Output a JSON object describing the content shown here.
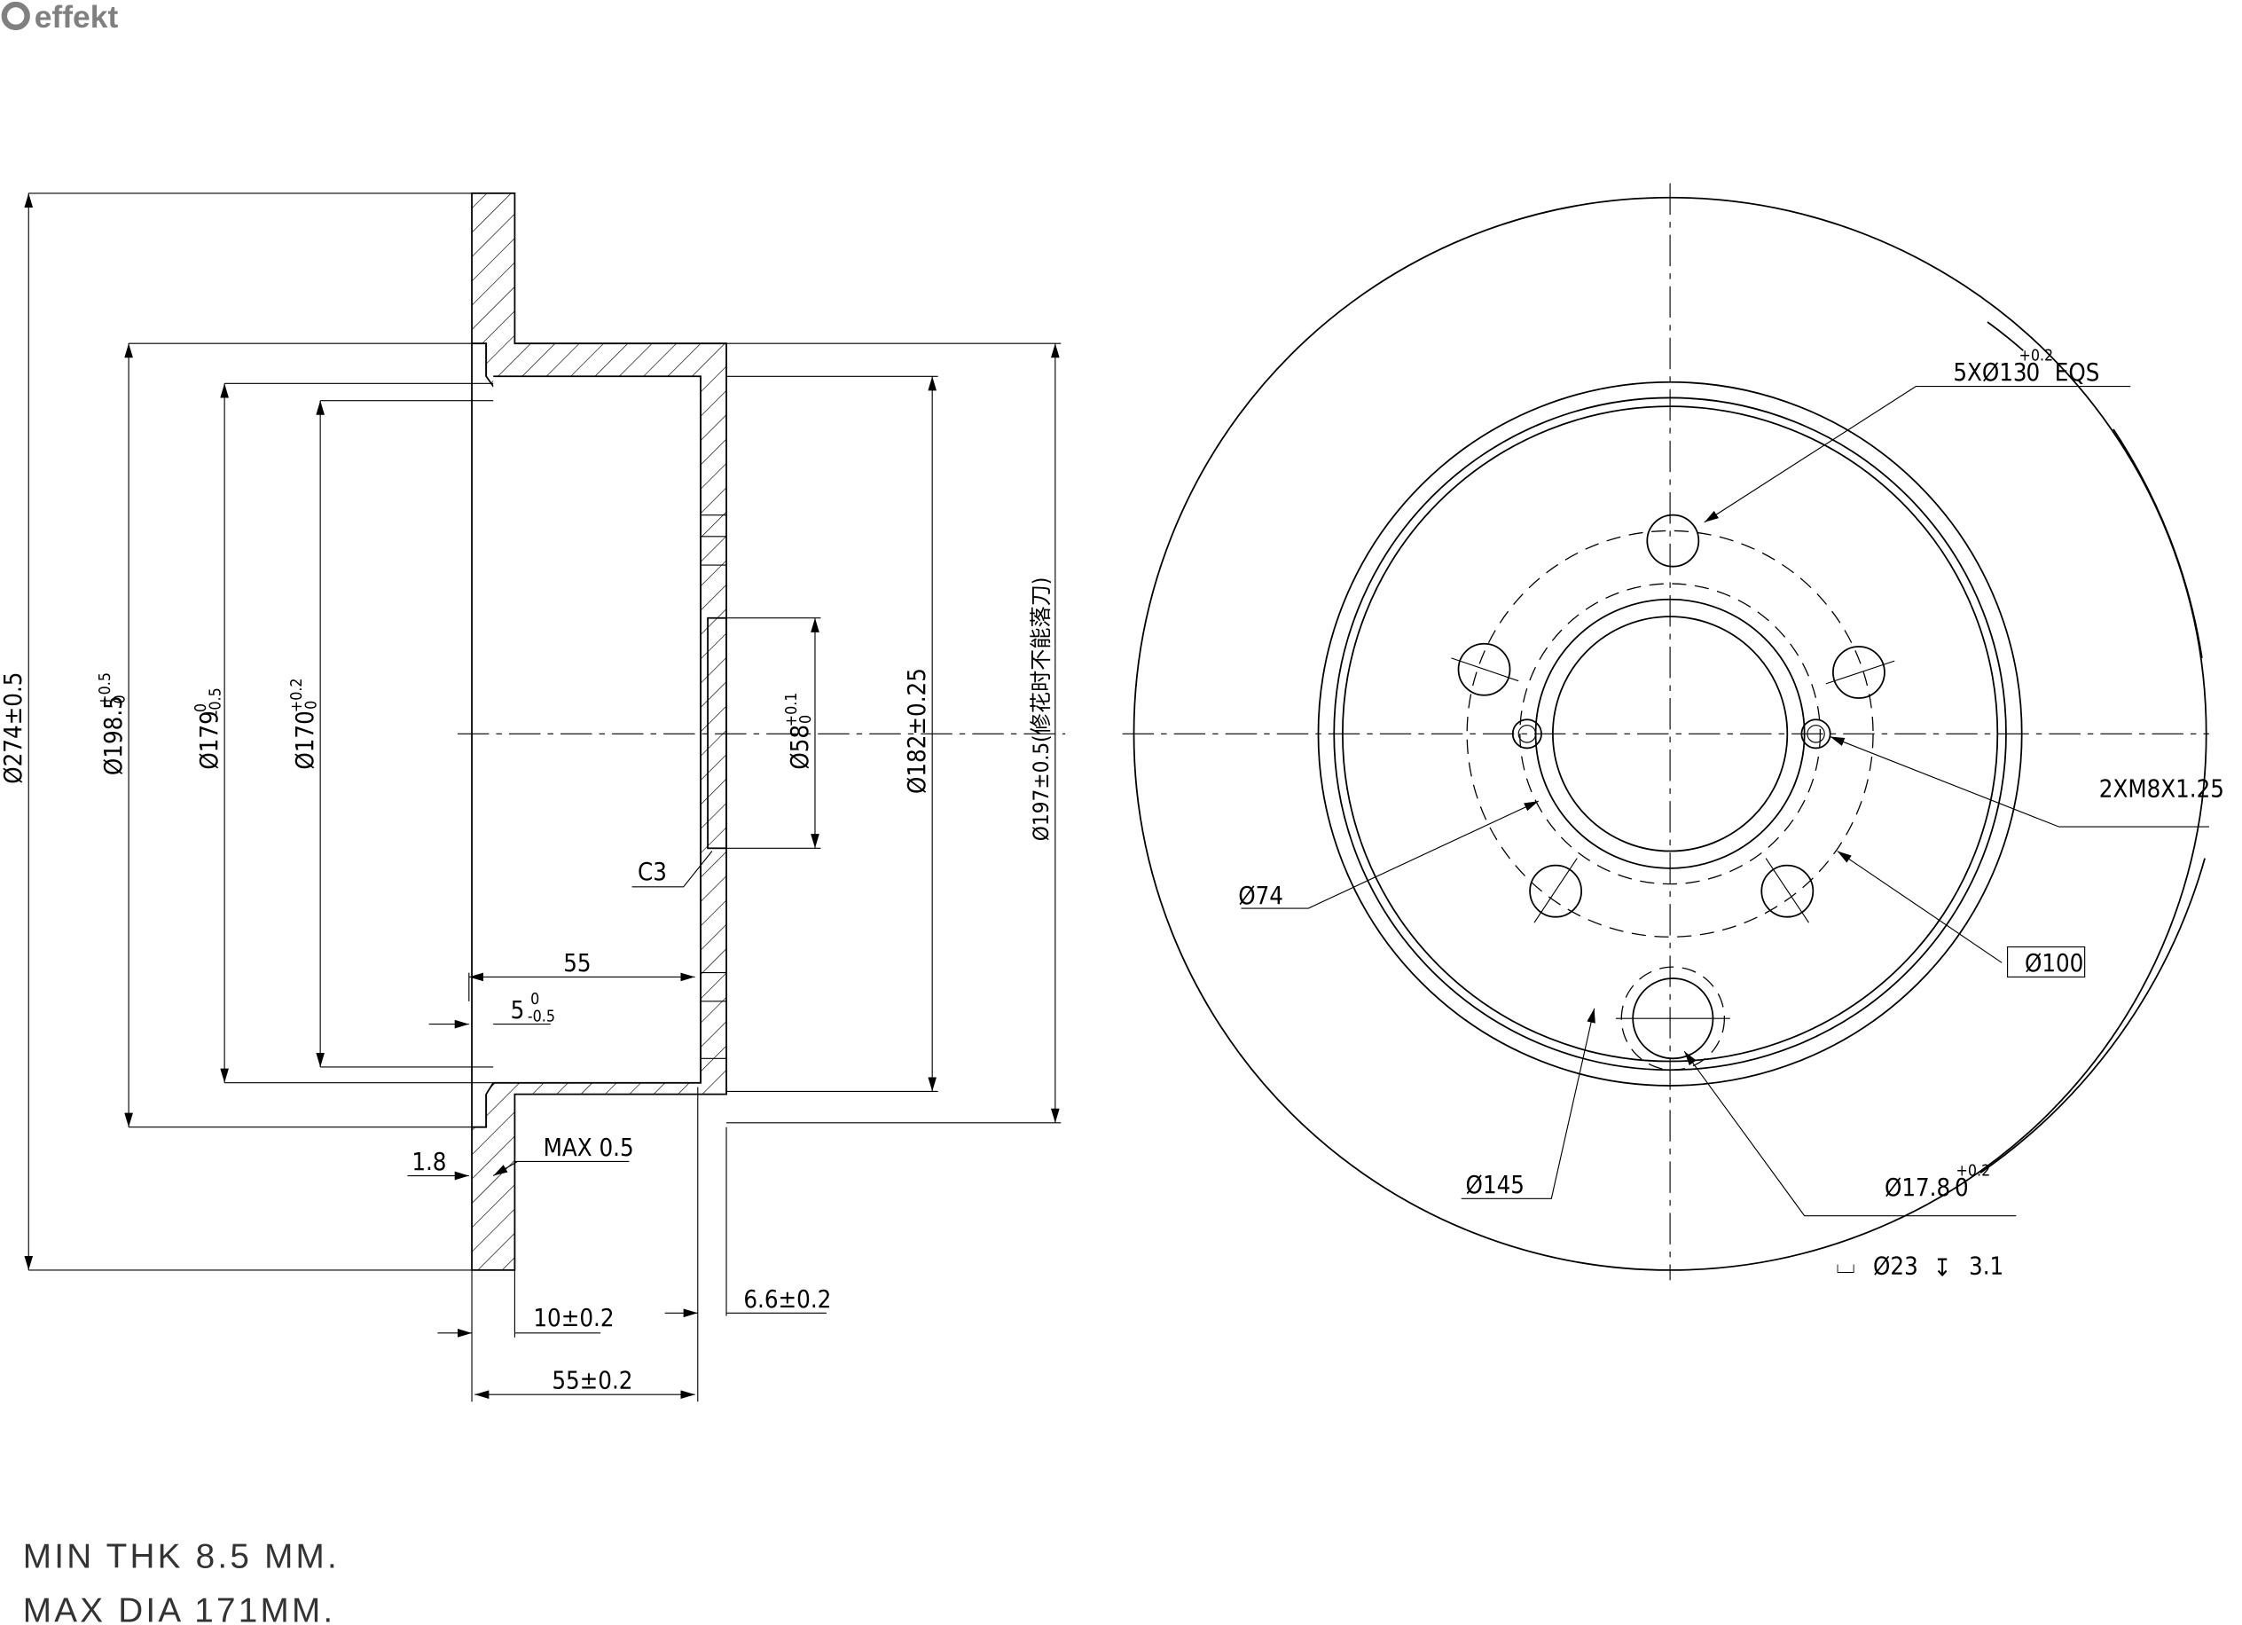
{
  "logo": {
    "text": "effekt",
    "color": "#808080"
  },
  "side_view": {
    "dims": {
      "d274": "Ø274±0.5",
      "d198": "Ø198.5",
      "d198_tol_up": "+0.5",
      "d198_tol_lo": "0",
      "d179": "Ø179",
      "d179_tol_up": "0",
      "d179_tol_lo": "-0.5",
      "d170": "Ø170",
      "d170_tol_up": "+0.2",
      "d170_tol_lo": "0",
      "d58": "Ø58",
      "d58_tol_up": "+0.1",
      "d58_tol_lo": "0",
      "d182": "Ø182±0.25",
      "d197": "Ø197±0.5(修花时不能落刀)",
      "c3": "C3",
      "l55": "55",
      "l5": "5",
      "l5_tol_up": "0",
      "l5_tol_lo": "-0.5",
      "l18": "1.8",
      "max05": "MAX 0.5",
      "l10": "10±0.2",
      "l66": "6.6±0.2",
      "l55b": "55±0.2"
    }
  },
  "front_view": {
    "holes": "5XØ13",
    "holes_tol_up": "+0.2",
    "holes_tol_lo": "0",
    "holes_suffix": "EQS",
    "thread": "2XM8X1.25",
    "d100": "Ø100",
    "d74": "Ø74",
    "d145": "Ø145",
    "d178": "Ø17.8",
    "d178_tol_up": "+0.2",
    "d178_tol_lo": "0",
    "cbore_symbol": "⌴",
    "cbore": "Ø23",
    "depth_symbol": "↧",
    "depth": "3.1"
  },
  "notes": [
    "MIN THK 8.5 MM.",
    "MAX DIA 171MM."
  ]
}
